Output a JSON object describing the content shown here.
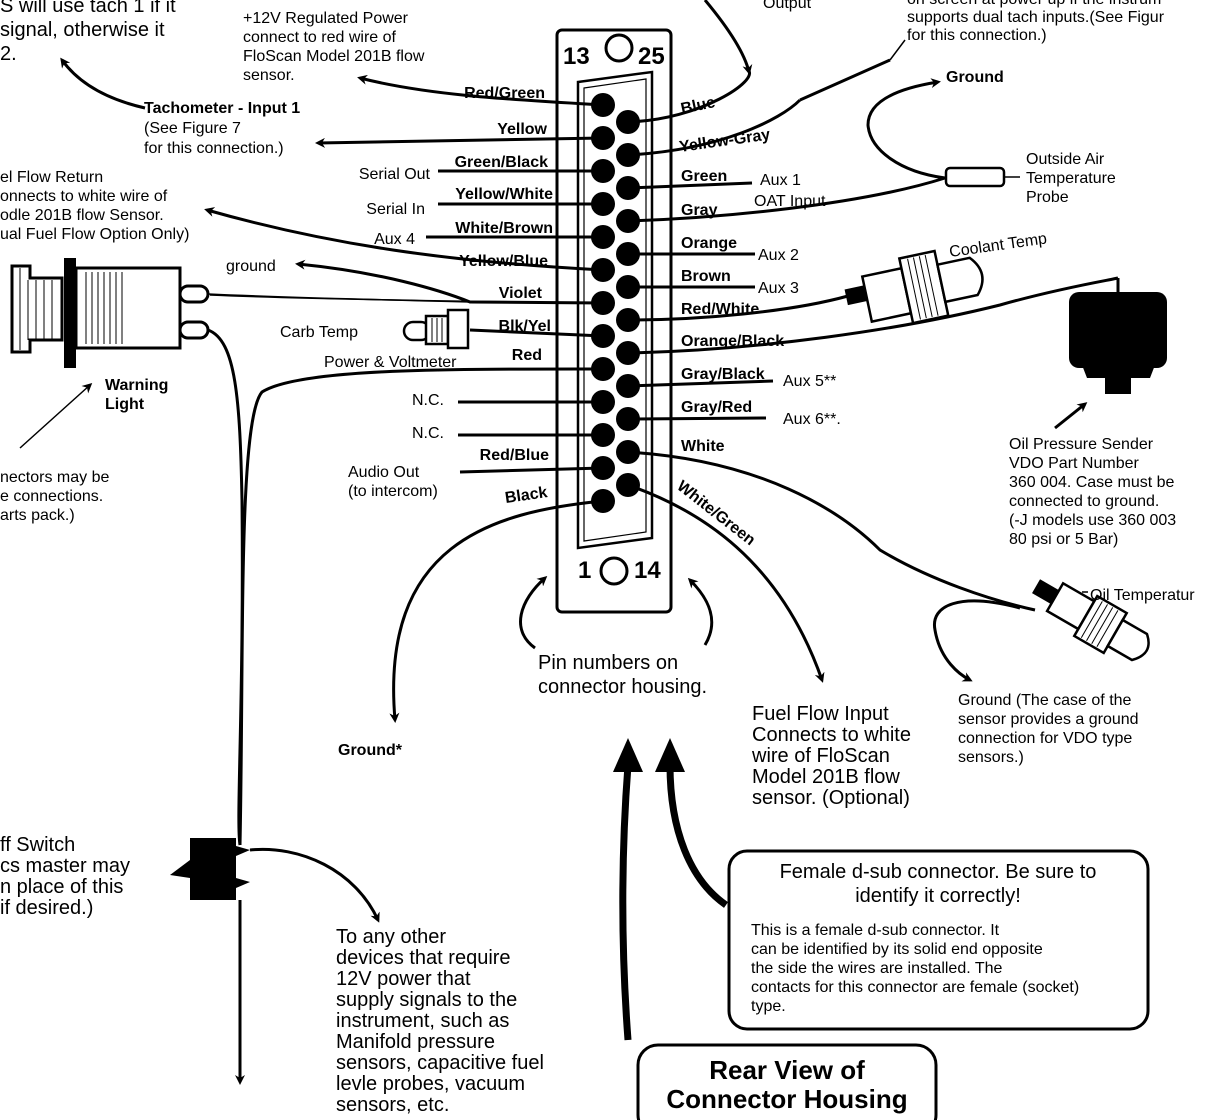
{
  "connector": {
    "top_left_pin": "13",
    "top_right_pin": "25",
    "bottom_left_pin": "1",
    "bottom_right_pin": "14"
  },
  "left_wires": [
    "Red/Green",
    "Yellow",
    "Green/Black",
    "Yellow/White",
    "White/Brown",
    "Yellow/Blue",
    "Violet",
    "Blk/Yel",
    "Red",
    "",
    "",
    "Red/Blue",
    "Black"
  ],
  "right_wires": [
    "Blue",
    "Yellow-Gray",
    "Green",
    "Gray",
    "Orange",
    "Brown",
    "Red/White",
    "Orange/Black",
    "Gray/Black",
    "Gray/Red",
    "White",
    "White/Green"
  ],
  "left_functions": {
    "serial_out": "Serial Out",
    "serial_in": "Serial In",
    "aux4": "Aux 4",
    "ground": "ground",
    "carb_temp": "Carb Temp",
    "power_voltmeter": "Power & Voltmeter",
    "nc1": "N.C.",
    "nc2": "N.C.",
    "audio_out_1": "Audio Out",
    "audio_out_2": "(to intercom)"
  },
  "right_functions": {
    "aux1": "Aux 1",
    "oat_input": "OAT Input",
    "aux2": "Aux 2",
    "aux3": "Aux 3",
    "aux5": "Aux 5**",
    "aux6": "Aux 6**.",
    "coolant_temp": "Coolant Temp",
    "ground": "Ground",
    "output": "Output"
  },
  "notes": {
    "tach_top": [
      "S will use tach 1 if it",
      "signal, otherwise it",
      "2."
    ],
    "power_top": [
      "+12V Regulated Power",
      "connect to red wire of",
      "FloScan Model 201B flow",
      "sensor."
    ],
    "dual_tach": [
      "on screen at power up if the instrum",
      "supports dual tach inputs.(See Figur",
      "for this connection.)"
    ],
    "tach_input_title": "Tachometer - Input 1",
    "tach_input_sub": [
      "(See Figure 7",
      "for this connection.)"
    ],
    "fuel_return": [
      "el Flow Return",
      "onnects to white wire of",
      "odle 201B flow Sensor.",
      "ual Fuel Flow Option Only)"
    ],
    "warning_light": [
      "Warning",
      "Light"
    ],
    "connectors": [
      "nectors may be",
      "e connections.",
      "arts pack.)"
    ],
    "oat_probe": [
      "Outside Air",
      "Temperature",
      "Probe"
    ],
    "oil_pressure": [
      "Oil Pressure Sender",
      "VDO Part Number",
      "360 004. Case must be",
      "connected to ground.",
      "(-J models use 360 003",
      "80 psi or 5 Bar)"
    ],
    "oil_temp": "Oil Temperatur",
    "ground_case": [
      "Ground  (The case of the",
      "sensor provides a ground",
      "connection for VDO type",
      "sensors.)"
    ],
    "pin_numbers": [
      "Pin numbers on",
      "connector housing."
    ],
    "fuel_flow_input": [
      "Fuel Flow Input",
      "Connects to white",
      "wire of FloScan",
      "Model 201B flow",
      "sensor. (Optional)"
    ],
    "ground_star": "Ground*",
    "switch": [
      "ff  Switch",
      "cs master may",
      "n place of this",
      "if desired.)"
    ],
    "other_devices": [
      "To any other",
      "devices that require",
      "12V power that",
      "supply signals to the",
      "instrument, such as",
      "Manifold pressure",
      "sensors, capacitive fuel",
      "levle probes, vacuum",
      "sensors, etc."
    ],
    "female_title": [
      "Female d-sub connector. Be sure to",
      "identify it correctly!"
    ],
    "female_body": [
      "This is a female d-sub connector. It",
      "can be identified by its solid end opposite",
      "the side the wires are installed. The",
      "contacts for this connector are female (socket)",
      "type."
    ],
    "rear_view": [
      "Rear View of",
      "Connector Housing"
    ]
  }
}
